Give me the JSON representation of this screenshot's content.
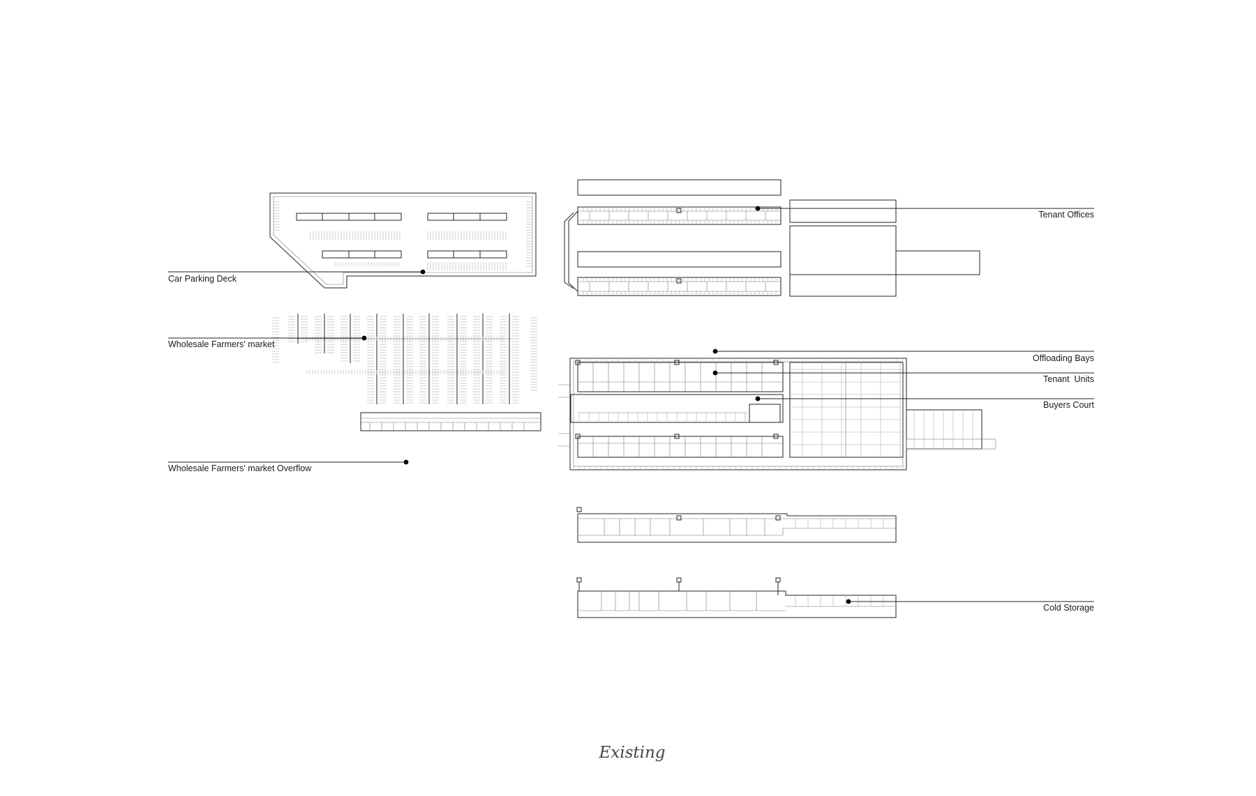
{
  "labels": {
    "car_parking_deck": "Car Parking Deck",
    "wholesale_farmers_market": "Wholesale Farmers' market",
    "wholesale_farmers_market_overflow": "Wholesale Farmers' market Overflow",
    "tenant_offices": "Tenant Offices",
    "offloading_bays": "Offloading Bays",
    "tenant_units": "Tenant  Units",
    "buyers_court": "Buyers Court",
    "cold_storage": "Cold Storage"
  },
  "caption": "Existing",
  "colors": {
    "line": "#222222",
    "faint": "#aaaaaa",
    "background": "#ffffff"
  }
}
